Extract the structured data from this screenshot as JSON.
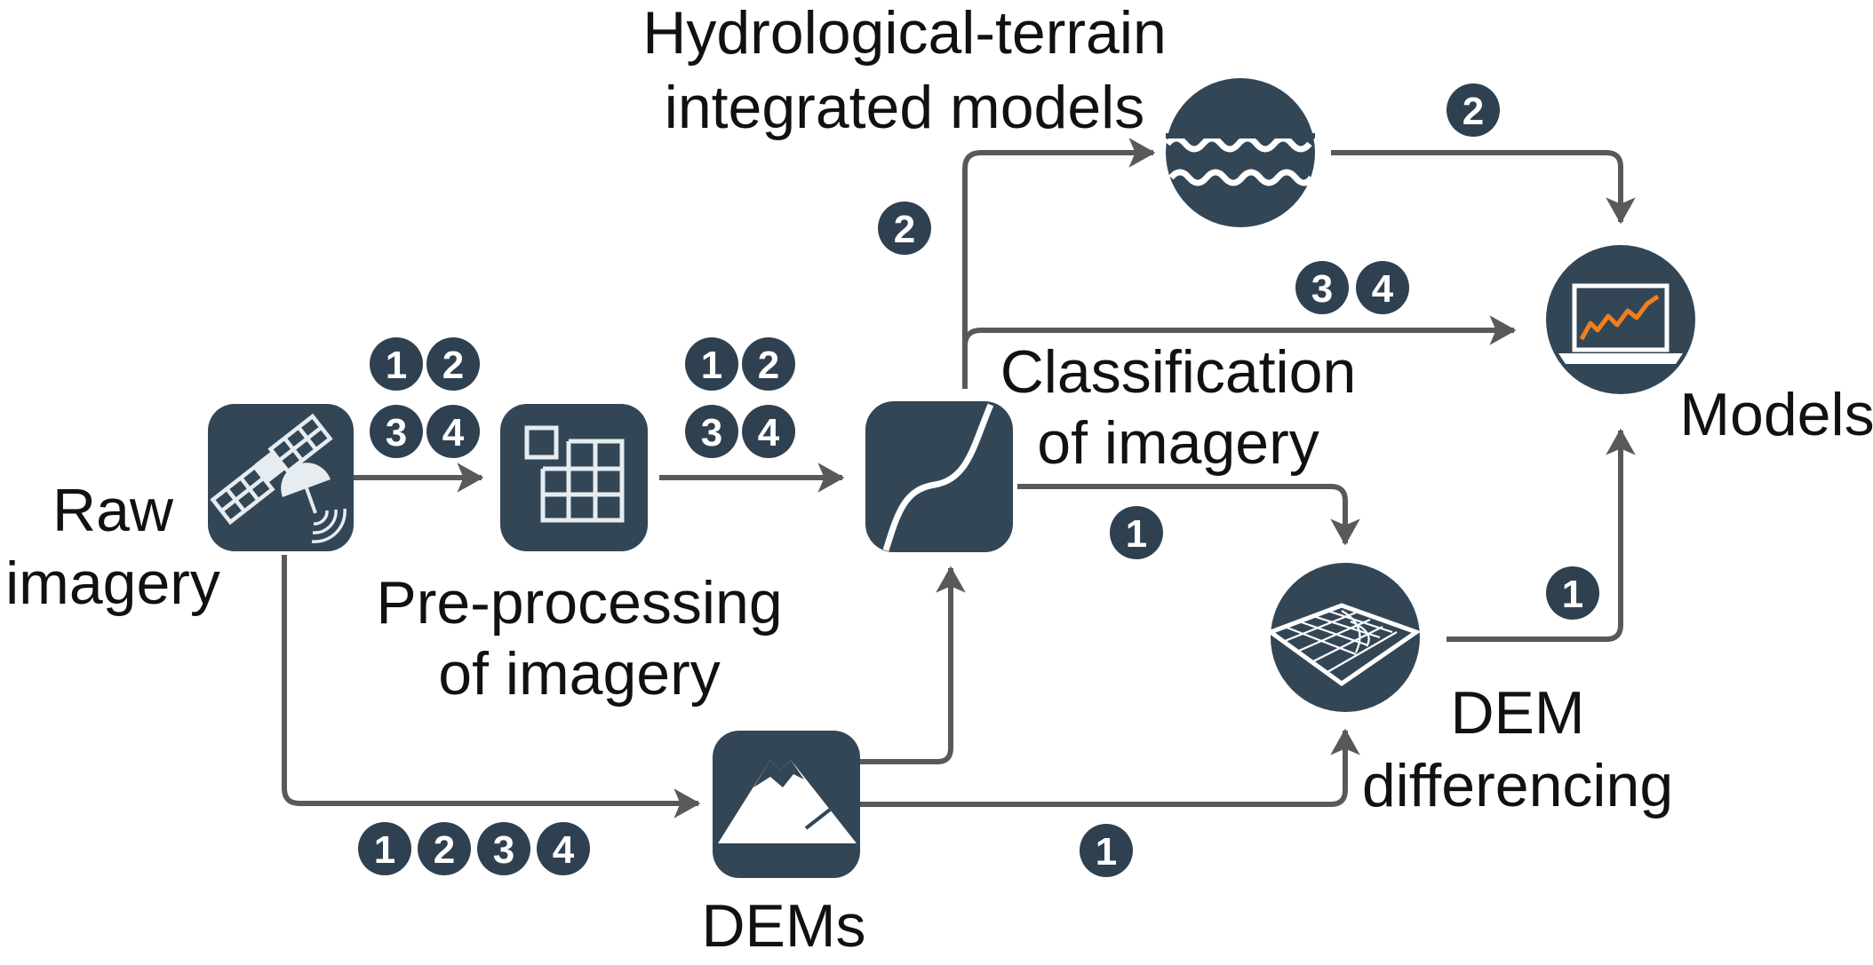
{
  "colors": {
    "icon_fill": "#334656",
    "badge_fill": "#2f4050",
    "connector": "#58595b",
    "chart_line": "#f07f1c",
    "text": "#111111"
  },
  "nodes": {
    "raw_imagery": {
      "line1": "Raw",
      "line2": "imagery",
      "icon": "satellite-icon"
    },
    "preprocessing": {
      "line1": "Pre-processing",
      "line2": "of imagery",
      "icon": "grid-icon"
    },
    "classification": {
      "line1": "Classification",
      "line2": "of imagery",
      "icon": "classification-curve-icon"
    },
    "dems": {
      "label": "DEMs",
      "icon": "mountain-icon"
    },
    "hydrological": {
      "line1": "Hydrological-terrain",
      "line2": "integrated models",
      "icon": "waves-icon"
    },
    "dem_differencing": {
      "line1": "DEM",
      "line2": "differencing",
      "icon": "terrain-mesh-icon"
    },
    "models": {
      "label": "Models",
      "icon": "laptop-chart-icon"
    }
  },
  "badges": {
    "raw_to_pre": [
      "1",
      "2",
      "3",
      "4"
    ],
    "pre_to_class": [
      "1",
      "2",
      "3",
      "4"
    ],
    "raw_to_dems": [
      "1",
      "2",
      "3",
      "4"
    ],
    "class_to_hydro": [
      "2"
    ],
    "hydro_to_models": [
      "2"
    ],
    "class_to_models": [
      "3",
      "4"
    ],
    "class_to_demdiff": [
      "1"
    ],
    "dems_to_demdiff": [
      "1"
    ],
    "demdiff_to_models": [
      "1"
    ]
  }
}
